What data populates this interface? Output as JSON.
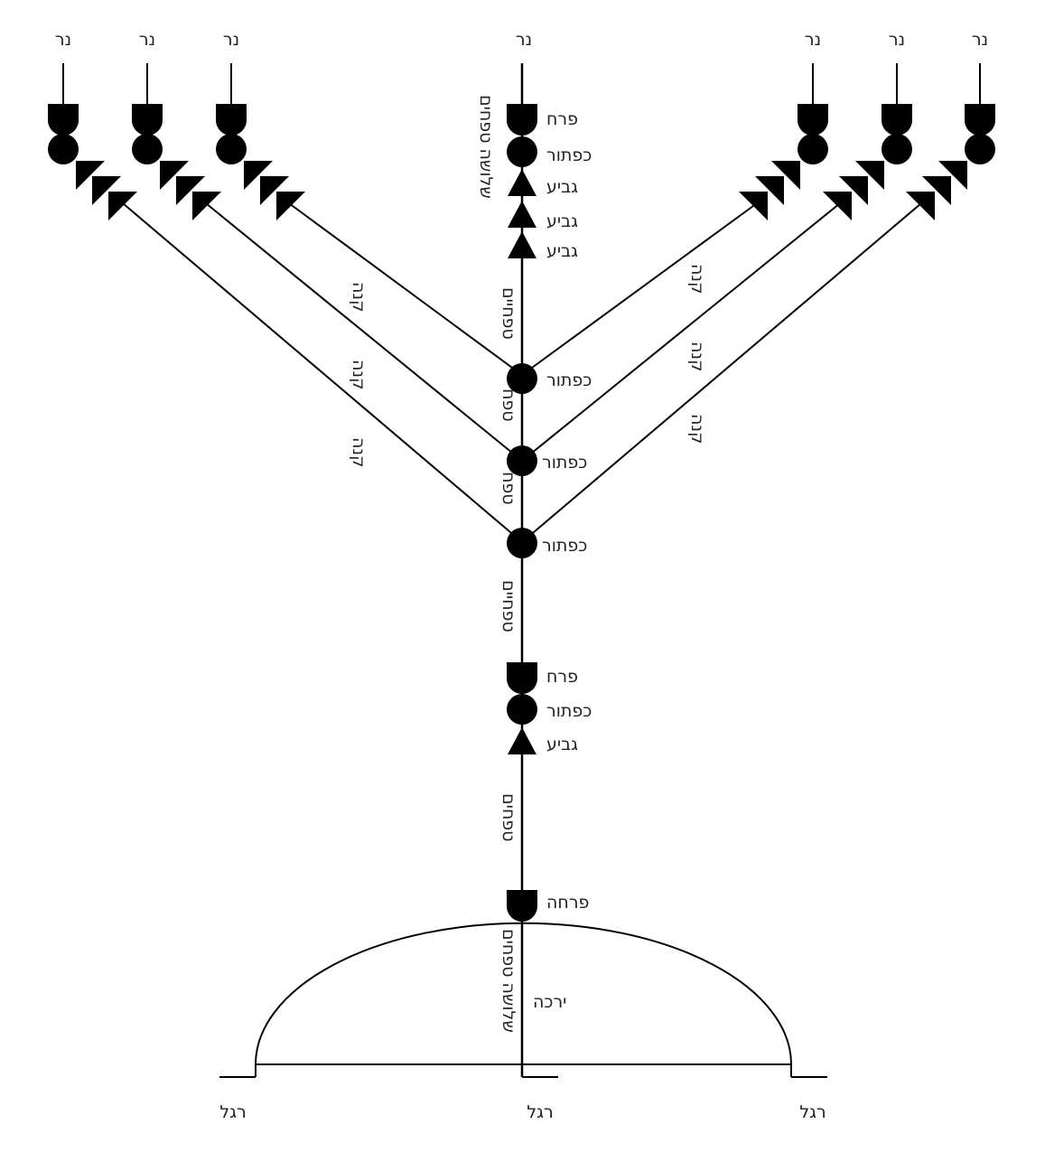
{
  "labels": {
    "ner": "נר",
    "perach": "פרח",
    "kaftor": "כפתור",
    "gevia": "גביע",
    "kaneh": "קנה",
    "three_tefachim": "שלושה טפחים",
    "tefachayim": "טפחיים",
    "tefach": "טפח",
    "tefachim": "טפחים",
    "pircha": "פרחה",
    "yerecha": "ירכה",
    "regel": "רגל"
  },
  "colors": {
    "ink": "#000000",
    "text": "#222222"
  }
}
